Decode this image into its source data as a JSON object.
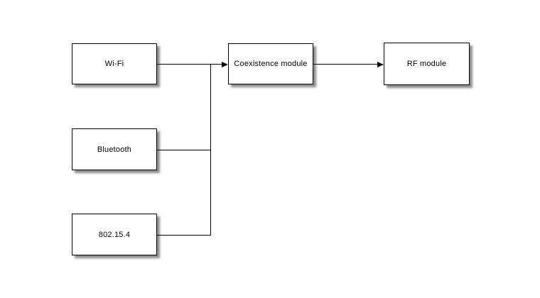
{
  "diagram": {
    "type": "block-diagram",
    "background_color": "#ffffff",
    "block_fill_color": "#ffffff",
    "block_border_color": "#000000",
    "wire_color": "#000000",
    "shadow_color": "#888888",
    "nodes": {
      "wifi": {
        "label": "Wi-Fi"
      },
      "bluetooth": {
        "label": "Bluetooth"
      },
      "zigbee": {
        "label": "802.15.4"
      },
      "coexistence": {
        "label": "Coexistence module"
      },
      "rf": {
        "label": "RF module"
      }
    },
    "connections": [
      {
        "from": "Wi-Fi",
        "to": "Coexistence module",
        "arrow": true
      },
      {
        "from": "Bluetooth",
        "to": "Coexistence module",
        "arrow": true,
        "joins": "Wi-Fi line"
      },
      {
        "from": "802.15.4",
        "to": "Coexistence module",
        "arrow": true,
        "joins": "Wi-Fi line"
      },
      {
        "from": "Coexistence module",
        "to": "RF module",
        "arrow": true
      }
    ]
  }
}
